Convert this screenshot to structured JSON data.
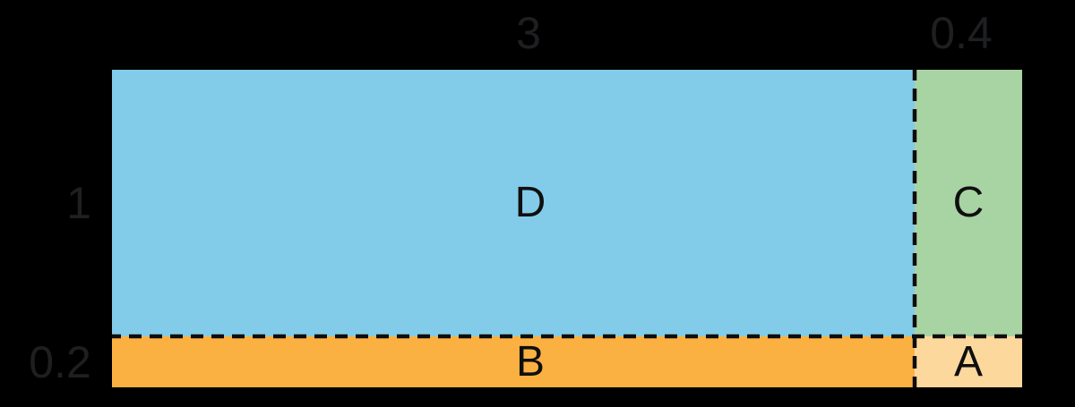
{
  "diagram": {
    "description": "Area model rectangle partitioned into four regions by dashed lines",
    "colors": {
      "background": "#000000",
      "region_d_fill": "#82cce9",
      "region_c_fill": "#a8d3a3",
      "region_b_fill": "#fbb142",
      "region_a_fill": "#fdd89d",
      "divider_stroke": "#0d0d0d",
      "outer_label_text": "#1e1f21",
      "region_label_text": "#0f0f0f"
    },
    "dimension_labels": {
      "top_width_large": "3",
      "top_width_small": "0.4",
      "left_height_large": "1",
      "left_height_small": "0.2"
    },
    "regions": {
      "d": {
        "label": "D"
      },
      "c": {
        "label": "C"
      },
      "b": {
        "label": "B"
      },
      "a": {
        "label": "A"
      }
    }
  }
}
